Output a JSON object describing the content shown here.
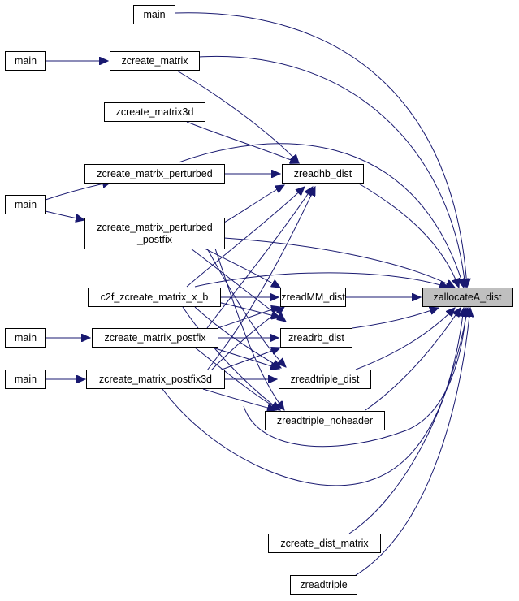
{
  "colors": {
    "edge": "#191970",
    "node_border": "#000000",
    "node_fill": "#ffffff",
    "highlight_fill": "#bfbfbf"
  },
  "nodes": {
    "main_top": "main",
    "main_1": "main",
    "zcreate_matrix": "zcreate_matrix",
    "zcreate_matrix3d": "zcreate_matrix3d",
    "zcreate_matrix_perturbed": "zcreate_matrix_perturbed",
    "zreadhb_dist": "zreadhb_dist",
    "main_2": "main",
    "zcreate_matrix_perturbed_postfix_line1": "zcreate_matrix_perturbed",
    "zcreate_matrix_perturbed_postfix_line2": "_postfix",
    "c2f_zcreate_matrix_x_b": "c2f_zcreate_matrix_x_b",
    "zreadMM_dist": "zreadMM_dist",
    "zallocateA_dist": "zallocateA_dist",
    "main_3": "main",
    "zcreate_matrix_postfix": "zcreate_matrix_postfix",
    "zreadrb_dist": "zreadrb_dist",
    "main_4": "main",
    "zcreate_matrix_postfix3d": "zcreate_matrix_postfix3d",
    "zreadtriple_dist": "zreadtriple_dist",
    "zreadtriple_noheader": "zreadtriple_noheader",
    "zcreate_dist_matrix": "zcreate_dist_matrix",
    "zreadtriple": "zreadtriple"
  }
}
